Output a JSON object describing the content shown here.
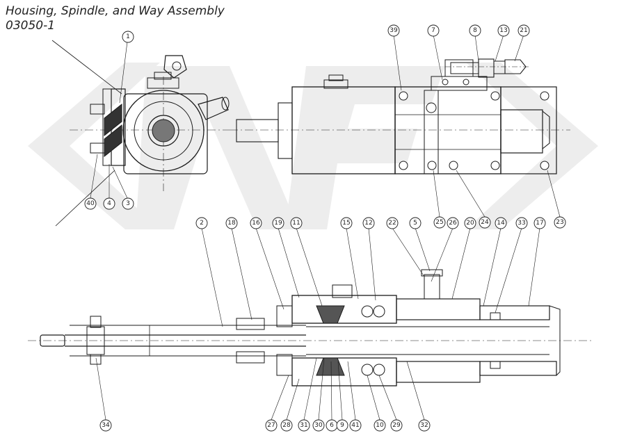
{
  "title": {
    "line1": "Housing, Spindle, and Way Assembly",
    "line2": "03050-1"
  },
  "callouts": {
    "c1": "1",
    "c40": "40",
    "c4": "4",
    "c3": "3",
    "c39": "39",
    "c7": "7",
    "c8": "8",
    "c13": "13",
    "c21": "21",
    "c25": "25",
    "c24": "24",
    "c23": "23",
    "c2": "2",
    "c18": "18",
    "c16": "16",
    "c19": "19",
    "c11": "11",
    "c15": "15",
    "c12": "12",
    "c22": "22",
    "c5": "5",
    "c26": "26",
    "c20": "20",
    "c14": "14",
    "c33": "33",
    "c17": "17",
    "c34": "34",
    "c27": "27",
    "c28": "28",
    "c31": "31",
    "c30": "30",
    "c6": "6",
    "c9": "9",
    "c41": "41",
    "c10": "10",
    "c29": "29",
    "c32": "32"
  },
  "colors": {
    "line": "#1a1a1a",
    "watermark": "#ececec"
  }
}
